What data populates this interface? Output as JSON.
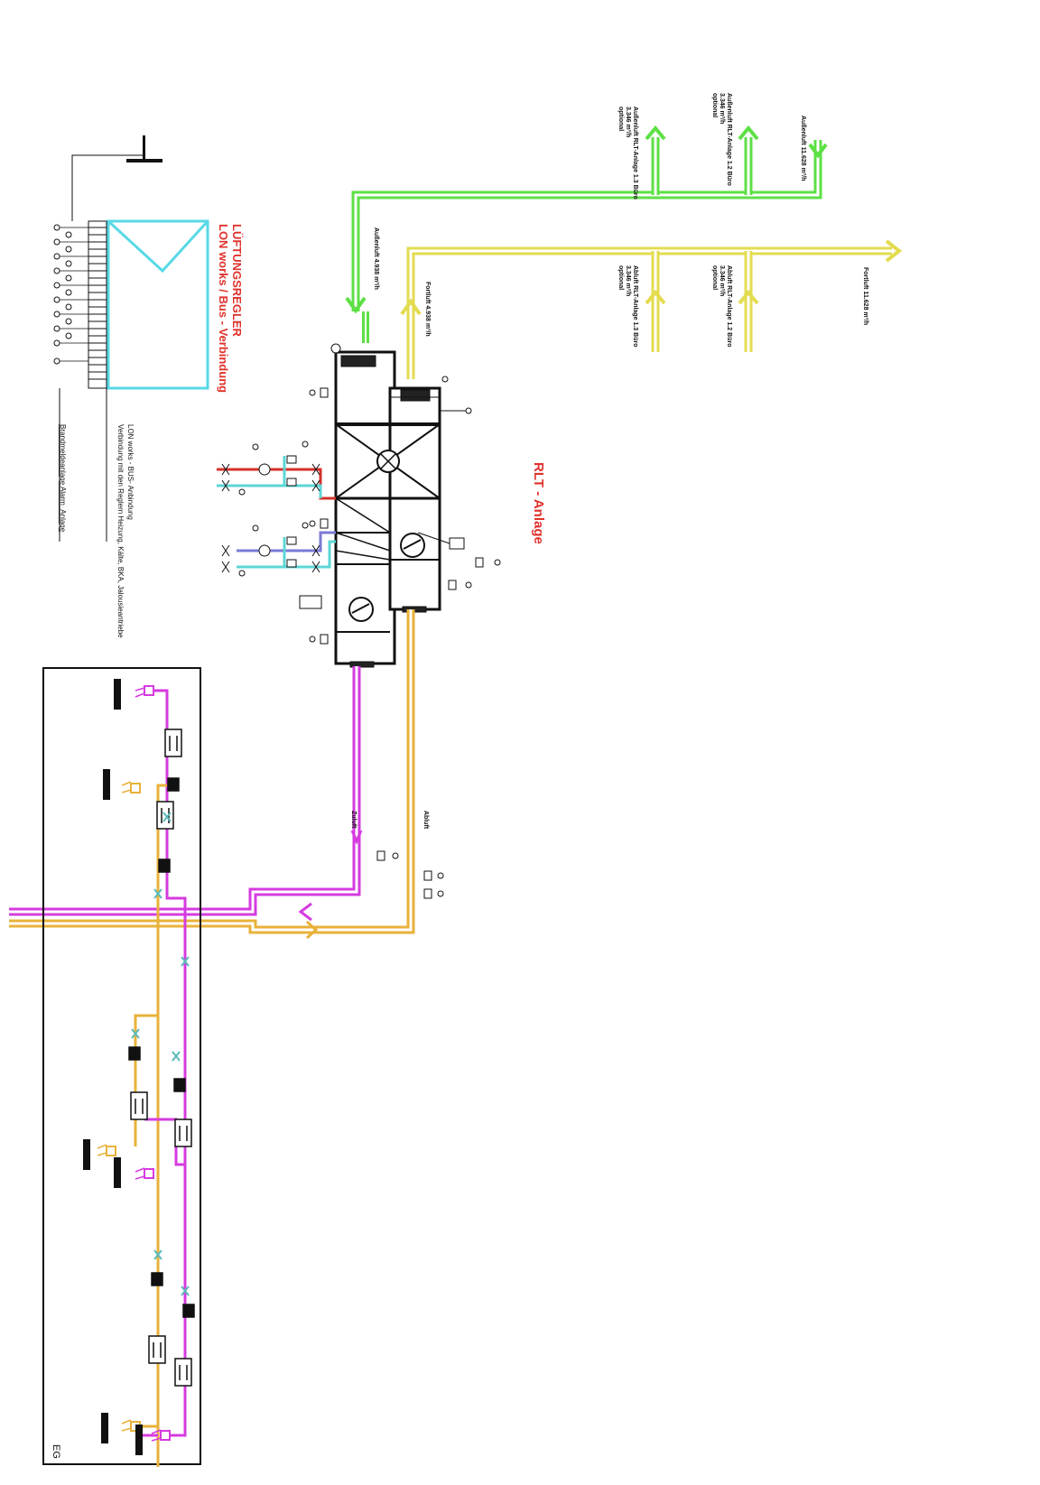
{
  "title_rlt": "RLT - Anlage",
  "controller": {
    "title_line1": "LÜFTUNGSREGLER",
    "title_line2": "LON works / Bus - Verbindung",
    "bus_note_line1": "LON works - BUS- Anbindung",
    "bus_note_line2": "Verbindung mit den Reglern Heizung, Kälte, BKA, Jalousieantriebe",
    "fire_alarm": "Brandmeldeanlage Alarm_Anlage"
  },
  "ducts": {
    "aussenluft_main": "Außenluft 4.938 m³/h",
    "aussenluft_total": "Außenluft 11.628 m³/h",
    "aussenluft_13": [
      "Außenluft RLT-Anlage 1.3 Büro",
      "3.346 m³/h",
      "optional"
    ],
    "aussenluft_12": [
      "Außenluft RLT-Anlage 1.2 Büro",
      "3.346 m³/h",
      "optional"
    ],
    "fortluft_main": "Fortluft 4.938 m³/h",
    "fortluft_total": "Fortluft 11.628 m³/h",
    "abluft_13": [
      "Abluft RLT-Anlage 1.3 Büro",
      "3.346 m³/h",
      "optional"
    ],
    "abluft_12": [
      "Abluft RLT-Anlage 1.2 Büro",
      "3.346 m³/h",
      "optional"
    ],
    "zuluft": "Zuluft",
    "abluft": "Abluft"
  },
  "floor": {
    "label": "EG"
  },
  "colors": {
    "aussenluft": "#5de045",
    "fortluft": "#e3dc50",
    "zuluft": "#d63be0",
    "abluft": "#e8b23a",
    "heating": "#d4302a",
    "cooling": "#5cd6d6",
    "controller_frame": "#58d9e6",
    "title_red": "#e0312b"
  }
}
